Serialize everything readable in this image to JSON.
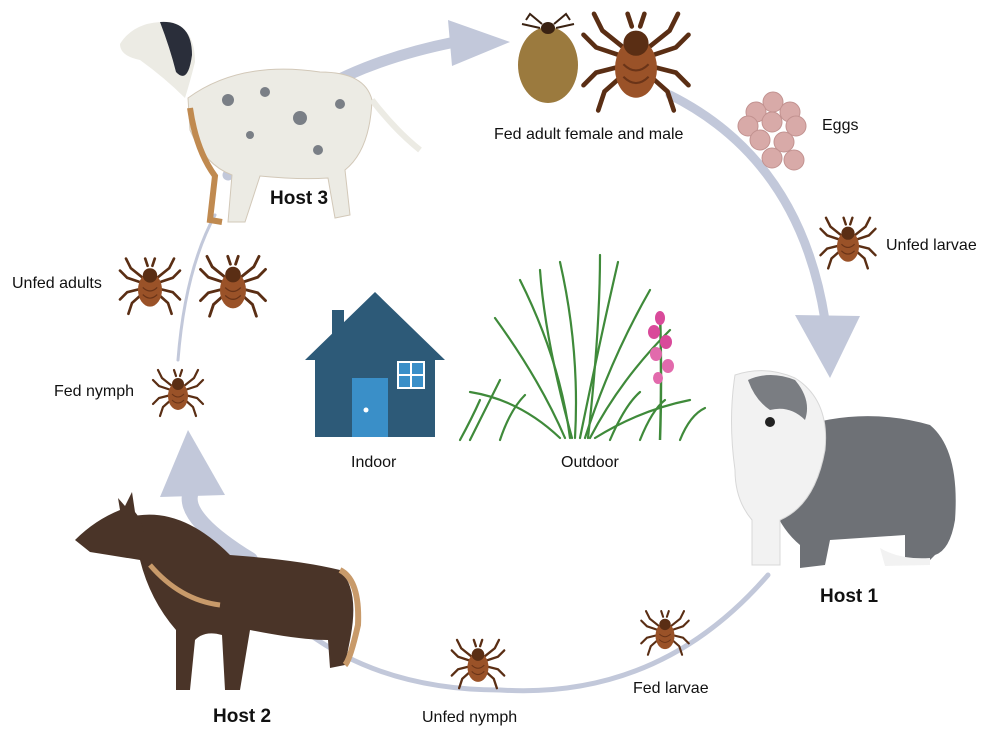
{
  "labels": {
    "fed_adult": "Fed adult female and  male",
    "eggs": "Eggs",
    "unfed_larvae": "Unfed larvae",
    "unfed_adults": "Unfed adults",
    "fed_nymph": "Fed nymph",
    "indoor": "Indoor",
    "outdoor": "Outdoor",
    "fed_larvae": "Fed larvae",
    "unfed_nymph": "Unfed nymph"
  },
  "hosts": {
    "host1": "Host 1",
    "host2": "Host 2",
    "host3": "Host 3"
  },
  "colors": {
    "cycle_arrow": "#c2c8da",
    "house": "#2d5a78",
    "door": "#3a8fc8",
    "tick_brown": "#8a4a22",
    "tick_dark": "#4a2614",
    "egg": "#d8aaa8",
    "grass": "#3f8a3a",
    "flower": "#d94a9a"
  }
}
